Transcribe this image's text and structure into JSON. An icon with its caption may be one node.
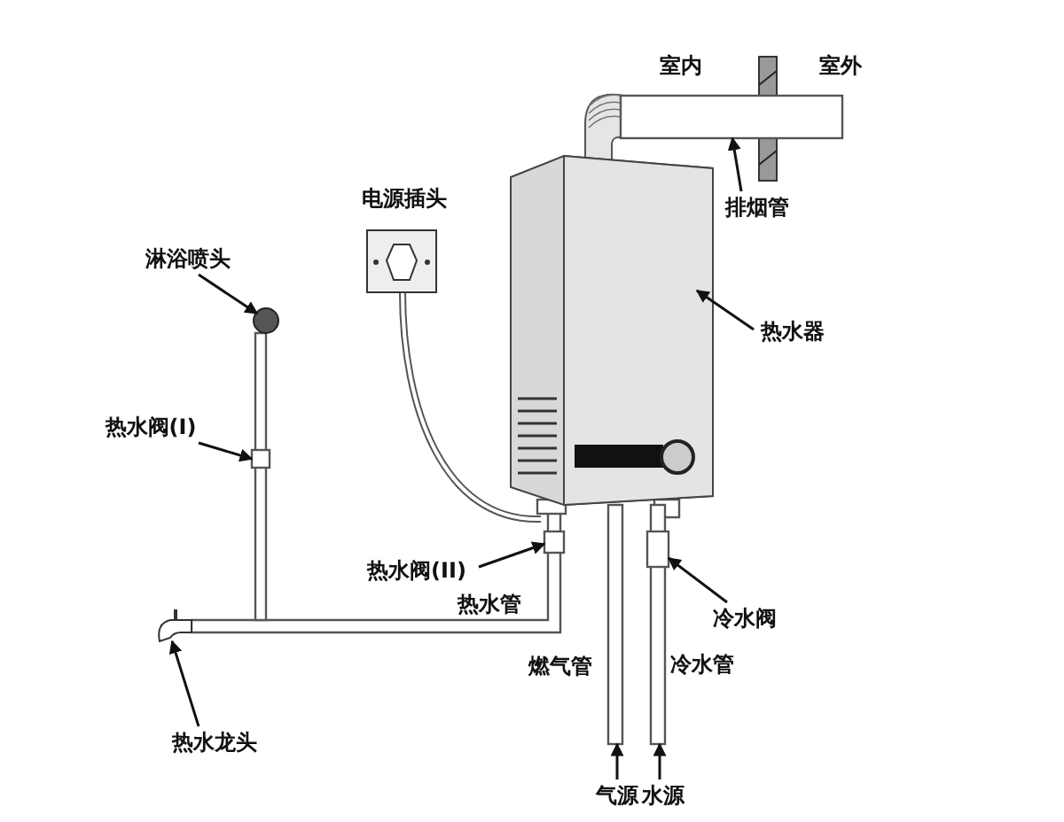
{
  "diagram": {
    "nodes": [
      {
        "text": [
          "排烟管"
        ]
      },
      {
        "text": [
          "热水器"
        ]
      },
      {
        "text": [
          "淋浴喷头"
        ]
      },
      {
        "text": [
          "热水阀(I)"
        ]
      },
      {
        "text": [
          "热水阀(II)"
        ]
      },
      {
        "text": [
          "冷水阀"
        ]
      },
      {
        "text": [
          "热水龙头"
        ]
      },
      {
        "text": [
          "气源"
        ]
      },
      {
        "text": [
          "水源"
        ]
      },
      {
        "text": [],
        "shape": "bar"
      },
      {
        "text": [],
        "shape": "box"
      },
      {
        "text": [],
        "shape": "circle"
      },
      {
        "text": [],
        "shape": "box"
      },
      {
        "text": [],
        "shape": "box"
      },
      {
        "text": [],
        "shape": "box"
      },
      {
        "text": [],
        "shape": "picture"
      },
      {
        "text": [],
        "shape": "bar"
      },
      {
        "text": [],
        "shape": "bar"
      }
    ],
    "edges": [
      {
        "from": 0,
        "to": 9,
        "arrow": "to"
      },
      {
        "from": 1,
        "to": 10,
        "arrow": "to"
      },
      {
        "from": 2,
        "to": 11,
        "arrow": "to"
      },
      {
        "from": 3,
        "to": 12,
        "arrow": "to"
      },
      {
        "from": 4,
        "to": 13,
        "arrow": "to"
      },
      {
        "from": 5,
        "to": 14,
        "arrow": "to"
      },
      {
        "from": 6,
        "to": 15,
        "arrow": "to"
      },
      {
        "from": 7,
        "to": 16,
        "arrow": "to"
      },
      {
        "from": 8,
        "to": 17,
        "arrow": "to"
      }
    ],
    "labels": [
      "室内",
      "室外",
      "电源插头",
      "热水管",
      "燃气管",
      "冷水管"
    ]
  }
}
